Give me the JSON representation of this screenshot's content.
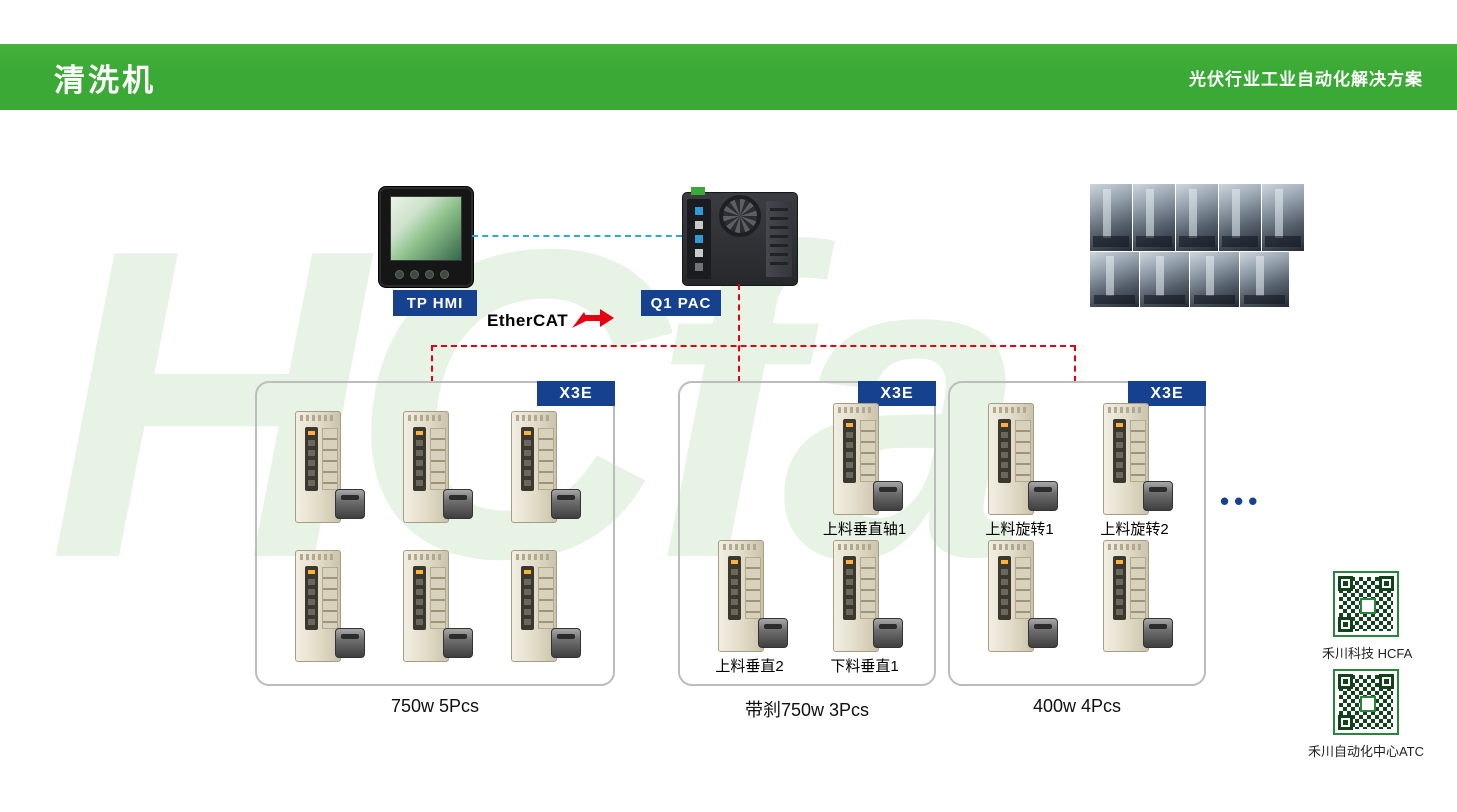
{
  "header": {
    "title": "清洗机",
    "subtitle": "光伏行业工业自动化解决方案"
  },
  "watermark": "HCfa",
  "topology": {
    "hmi_label": "TP HMI",
    "pac_label": "Q1 PAC",
    "bus_label": "EtherCAT",
    "ellipsis": "•••"
  },
  "groups": [
    {
      "tag": "X3E",
      "caption": "750w 5Pcs",
      "drives": []
    },
    {
      "tag": "X3E",
      "caption": "带刹750w 3Pcs",
      "drives": [
        {
          "label": "上料垂直轴1"
        },
        {
          "label": "上料垂直2"
        },
        {
          "label": "下料垂直1"
        }
      ]
    },
    {
      "tag": "X3E",
      "caption": "400w 4Pcs",
      "drives": [
        {
          "label": "上料旋转1"
        },
        {
          "label": "上料旋转2"
        }
      ]
    }
  ],
  "qr_codes": [
    {
      "label": "禾川科技 HCFA"
    },
    {
      "label": "禾川自动化中心ATC"
    }
  ],
  "icons": {
    "ethercat_arrow": "red-right-arrow",
    "ellipsis_dots": "•••"
  },
  "colors": {
    "header_green": "#3aa935",
    "label_navy": "#16418e",
    "bus_red": "#e60012",
    "hmi_link_blue": "#2ea7e0",
    "qr_green": "#27863b"
  }
}
